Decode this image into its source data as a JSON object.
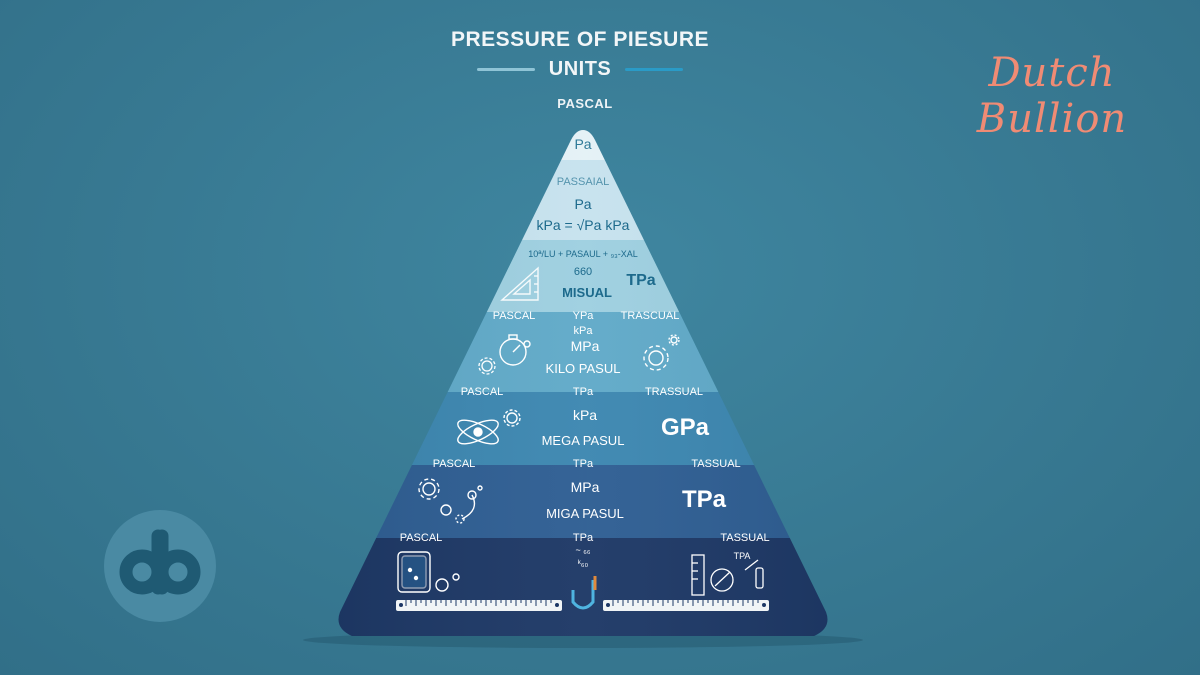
{
  "title": {
    "line1": "PRESSURE OF PIESURE",
    "line2": "UNITS"
  },
  "apex_label": "PASCAL",
  "brand": {
    "signature": "Dutch Bullion",
    "logo_text": "db"
  },
  "colors": {
    "background": "#3a7c96",
    "signature": "#f08b74",
    "tier_light": "#e4f1f6",
    "tier_dark": "#1c3765",
    "text_light": "#ffffff"
  },
  "pyramid": {
    "tiers": [
      {
        "center": [
          "Pa"
        ]
      },
      {
        "center": [
          "PASSAIAL",
          "Pa",
          "kPa = √Pa kPa"
        ]
      },
      {
        "center": [
          "10ª/LU + PASAUL + ₉₃-XAL",
          "660",
          "MISUAL"
        ],
        "right_big": "TPa"
      },
      {
        "left_edge": "PASCAL",
        "center_top": "YPa",
        "right_edge": "TRASCUAL",
        "center": [
          "kPa",
          "MPa",
          "KILO PASUL"
        ]
      },
      {
        "left_edge": "PASCAL",
        "center_top": "TPa",
        "right_edge": "TRASSUAL",
        "center": [
          "kPa",
          "MEGA PASUL"
        ],
        "right_big": "GPa"
      },
      {
        "left_edge": "PASCAL",
        "center_top": "TPa",
        "right_edge": "TASSUAL",
        "center": [
          "MPa",
          "MIGA PASUL"
        ],
        "right_big": "TPa"
      },
      {
        "left_edge": "PASCAL",
        "center_top": "TPa",
        "right_edge": "TASSUAL",
        "center": [
          "~ ₆₆",
          "ᵏ₆₀"
        ],
        "icon_label": "TPA"
      }
    ]
  },
  "icons": [
    "triangle-ruler-icon",
    "stopwatch-icon",
    "gear-icon",
    "atom-icon",
    "gears-chain-icon",
    "beaker-icon",
    "u-tube-manometer-icon",
    "ruler-icon",
    "thermometer-icon",
    "round-flask-icon"
  ]
}
